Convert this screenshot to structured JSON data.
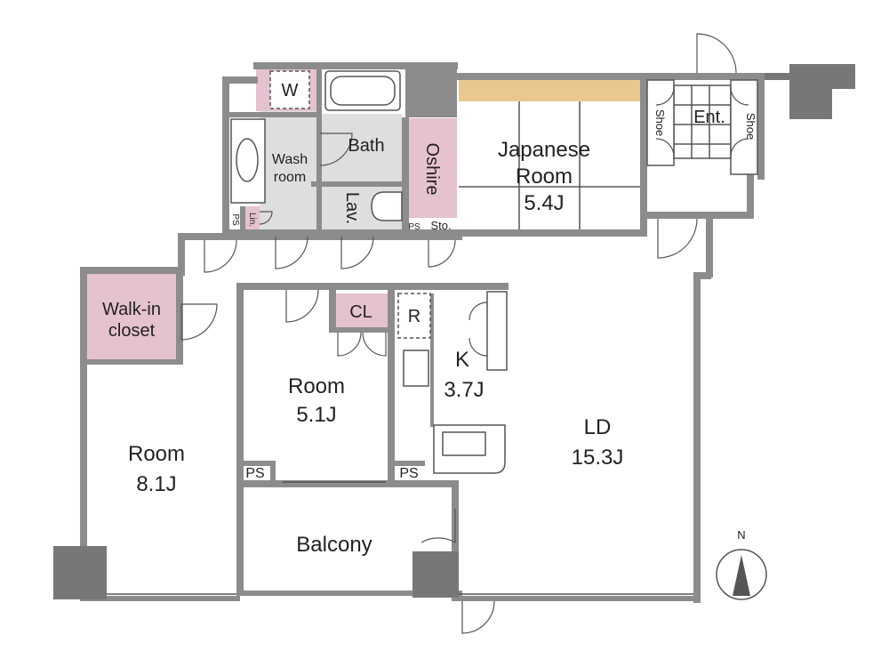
{
  "colors": {
    "wall": "#8c8c8c",
    "wall_dark": "#777777",
    "closet": "#e5c2d0",
    "wet_area": "#dedede",
    "tatami_edge": "#e8c88c",
    "line": "#555555",
    "background": "#ffffff"
  },
  "rooms": {
    "japanese_room": {
      "name": "Japanese\nRoom",
      "name_line1": "Japanese",
      "name_line2": "Room",
      "size": "5.4J"
    },
    "ld": {
      "name": "LD",
      "size": "15.3J"
    },
    "kitchen": {
      "name": "K",
      "size": "3.7J"
    },
    "room_mid": {
      "name": "Room",
      "size": "5.1J"
    },
    "room_left": {
      "name": "Room",
      "size": "8.1J"
    },
    "balcony": {
      "name": "Balcony"
    },
    "bath": {
      "name": "Bath"
    },
    "wash_room": {
      "name_line1": "Wash",
      "name_line2": "room"
    },
    "walk_in_closet": {
      "name_line1": "Walk-in",
      "name_line2": "closet"
    },
    "oshire": {
      "name": "Oshire"
    },
    "entrance": {
      "name": "Ent."
    },
    "shoe_left": {
      "name": "Shoe"
    },
    "shoe_right": {
      "name": "Shoe"
    },
    "lavatory": {
      "name": "Lav."
    }
  },
  "labels": {
    "washer": "W",
    "refrigerator": "R",
    "closet": "CL",
    "linen": "Lin.",
    "storage": "Sto.",
    "ps": "PS"
  },
  "compass": {
    "north_label": "N"
  }
}
